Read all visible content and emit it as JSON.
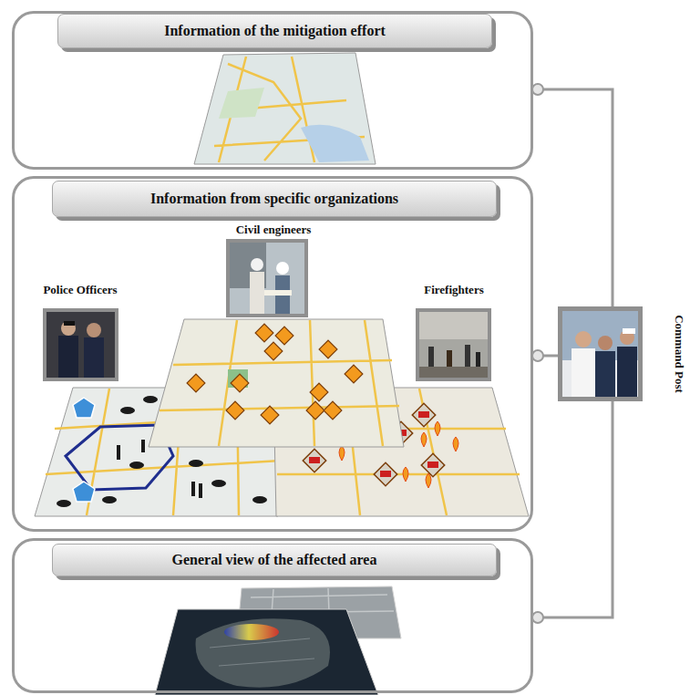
{
  "diagram": {
    "nodes": [
      {
        "text": [
          "Information of the mitigation effort"
        ]
      },
      {
        "text": [
          "Information from specific organizations"
        ]
      },
      {
        "text": [
          "General view of the affected area"
        ]
      },
      {
        "text": [
          "Command Post"
        ]
      }
    ],
    "edges": [
      {
        "from": 0,
        "to": 3,
        "arrow": "none"
      },
      {
        "from": 1,
        "to": 3,
        "arrow": "none"
      },
      {
        "from": 2,
        "to": 3,
        "arrow": "none"
      }
    ],
    "labels": [
      "Civil engineers",
      "Police Officers",
      "Firefighters"
    ]
  }
}
